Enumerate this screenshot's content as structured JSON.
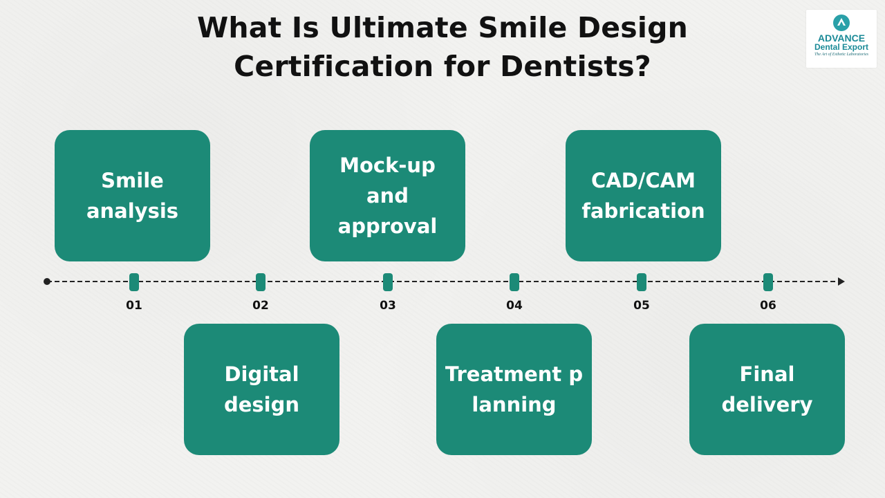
{
  "title": {
    "line1": "What Is Ultimate Smile Design",
    "line2": "Certification for Dentists?"
  },
  "logo": {
    "brand": "ADVANCE",
    "name": "Dental Export",
    "tagline": "The Art of Esthetic Laboratories"
  },
  "steps": [
    {
      "number": "01",
      "label": "Smile analysis"
    },
    {
      "number": "02",
      "label": "Digital design"
    },
    {
      "number": "03",
      "label": "Mock-up and approval"
    },
    {
      "number": "04",
      "label": "Treatment planning"
    },
    {
      "number": "05",
      "label": "CAD/CAM fabrication"
    },
    {
      "number": "06",
      "label": "Final delivery"
    }
  ],
  "colors": {
    "box": "#1c8a77",
    "marker": "#1c8a77",
    "line": "#222222",
    "logo": "#1a8a97"
  }
}
